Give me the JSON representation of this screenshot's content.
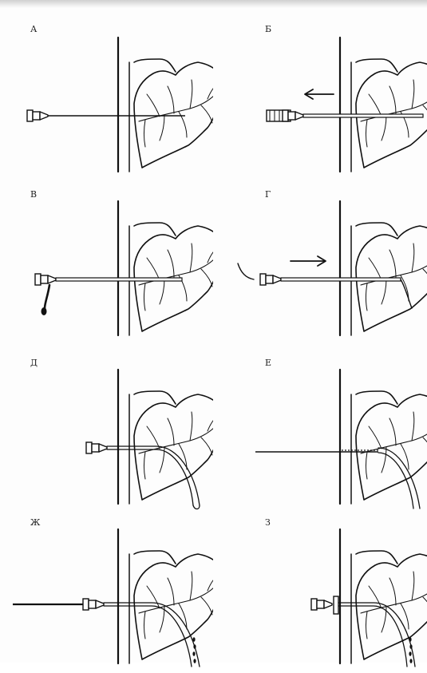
{
  "panels": [
    {
      "letter": "А"
    },
    {
      "letter": "Б"
    },
    {
      "letter": "В"
    },
    {
      "letter": "Г"
    },
    {
      "letter": "Д"
    },
    {
      "letter": "Е"
    },
    {
      "letter": "Ж"
    },
    {
      "letter": "З"
    }
  ],
  "colors": {
    "ink": "#111111",
    "paper": "#fdfdfd"
  }
}
